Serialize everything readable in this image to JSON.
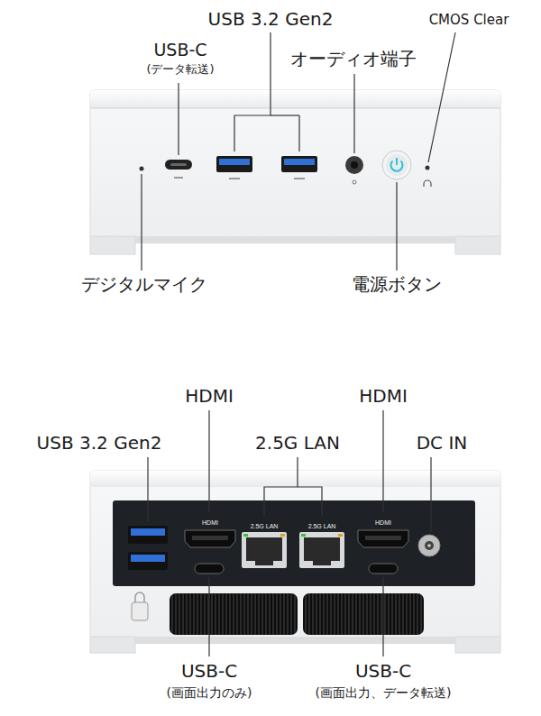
{
  "diagram": {
    "labels": [
      "USB 3.2 Gen2",
      "USB-C",
      "(データ転送)",
      "オーディオ端子",
      "CMOS Clear",
      "デジタルマイク",
      "電源ボタン",
      "USB 3.2 Gen2",
      "HDMI",
      "2.5G LAN",
      "HDMI",
      "DC IN",
      "HDMI",
      "2.5G LAN",
      "2.5G LAN",
      "HDMI",
      "USB-C",
      "(画面出力のみ)",
      "USB-C",
      "(画面出力、データ転送)"
    ]
  }
}
